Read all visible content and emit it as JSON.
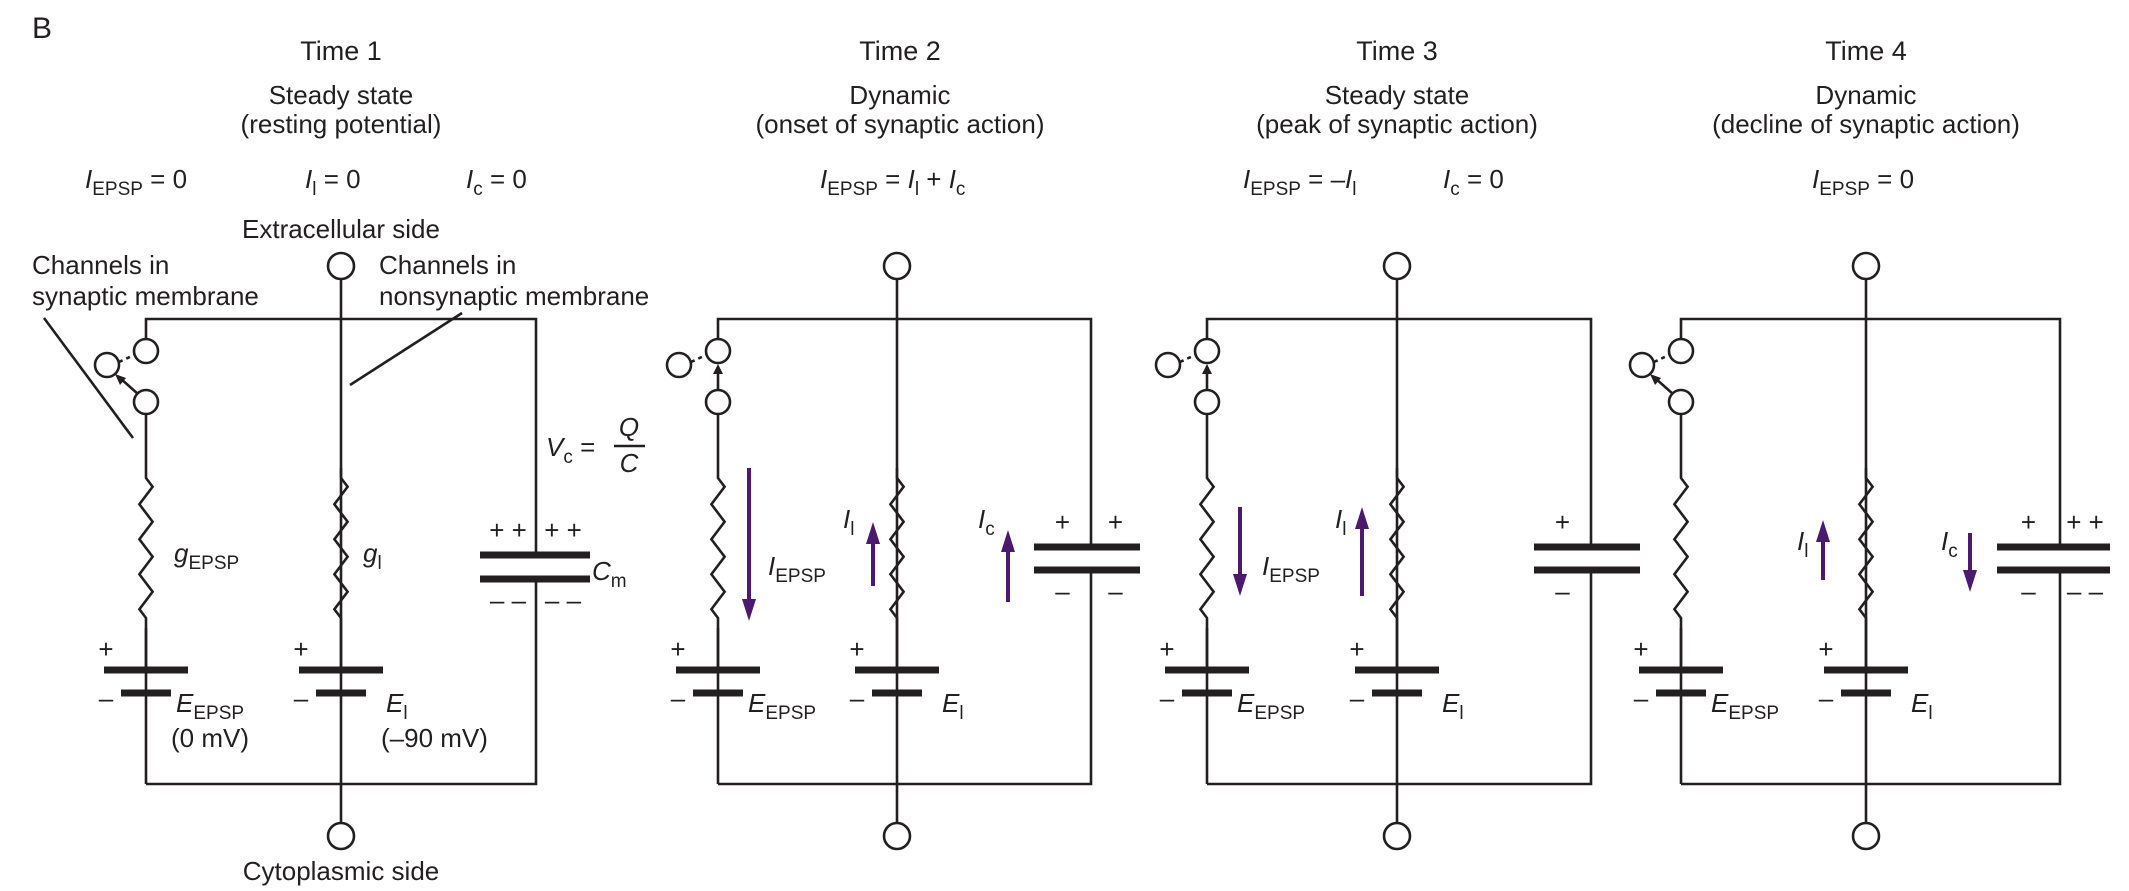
{
  "figure_label": "B",
  "colors": {
    "ink": "#231f20",
    "current_arrow": "#4b1a6e"
  },
  "panels": [
    {
      "id": "time1",
      "title": "Time 1",
      "subtitle_1": "Steady state",
      "subtitle_2": "(resting potential)",
      "equations": [
        {
          "sym": "I",
          "sub": "EPSP",
          "rest": " = 0"
        },
        {
          "sym": "I",
          "sub": "l",
          "rest": " = 0"
        },
        {
          "sym": "I",
          "sub": "c",
          "rest": " = 0"
        }
      ],
      "switch_state": "open",
      "capacitor_charge": {
        "top_left": "+ +",
        "top_right": "+ +",
        "bottom_left": "– –",
        "bottom_right": "– –"
      },
      "currents": [],
      "labels": {
        "g_epsp": {
          "sym": "g",
          "sub": "EPSP"
        },
        "g_l": {
          "sym": "g",
          "sub": "l"
        },
        "cm": {
          "sym": "C",
          "sub": "m"
        },
        "e_epsp": {
          "sym": "E",
          "sub": "EPSP",
          "value": "(0 mV)"
        },
        "e_l": {
          "sym": "E",
          "sub": "l",
          "value": "(–90 mV)"
        },
        "vc_formula": {
          "lhs_sym": "V",
          "lhs_sub": "c",
          "eq": " = ",
          "num": "Q",
          "den": "C"
        },
        "extracellular": "Extracellular side",
        "cytoplasmic": "Cytoplasmic side",
        "syn_channels_1": "Channels in",
        "syn_channels_2": "synaptic membrane",
        "nonsyn_channels_1": "Channels in",
        "nonsyn_channels_2": "nonsynaptic membrane"
      }
    },
    {
      "id": "time2",
      "title": "Time 2",
      "subtitle_1": "Dynamic",
      "subtitle_2": "(onset of synaptic action)",
      "equations": [
        {
          "sym": "I",
          "sub": "EPSP",
          "rest": " = ",
          "sym2": "I",
          "sub2": "l",
          "rest2": " + ",
          "sym3": "I",
          "sub3": "c"
        }
      ],
      "switch_state": "closed",
      "capacitor_charge": {
        "top_left": "+",
        "top_right": "+",
        "bottom_left": "–",
        "bottom_right": "–"
      },
      "currents": [
        {
          "name": "I_EPSP",
          "sym": "I",
          "sub": "EPSP",
          "direction": "down",
          "branch": "synaptic"
        },
        {
          "name": "I_l",
          "sym": "I",
          "sub": "l",
          "direction": "up",
          "branch": "nonsynaptic"
        },
        {
          "name": "I_c",
          "sym": "I",
          "sub": "c",
          "direction": "up",
          "branch": "capacitor"
        }
      ],
      "labels": {
        "e_epsp": {
          "sym": "E",
          "sub": "EPSP"
        },
        "e_l": {
          "sym": "E",
          "sub": "l"
        }
      }
    },
    {
      "id": "time3",
      "title": "Time 3",
      "subtitle_1": "Steady state",
      "subtitle_2": "(peak of synaptic action)",
      "equations": [
        {
          "sym": "I",
          "sub": "EPSP",
          "rest": " = –",
          "sym2": "I",
          "sub2": "l"
        },
        {
          "sym": "I",
          "sub": "c",
          "rest": " = 0"
        }
      ],
      "switch_state": "closed",
      "capacitor_charge": {
        "top_left": "+",
        "top_right": "",
        "bottom_left": "–",
        "bottom_right": ""
      },
      "currents": [
        {
          "name": "I_EPSP",
          "sym": "I",
          "sub": "EPSP",
          "direction": "down",
          "branch": "synaptic"
        },
        {
          "name": "I_l",
          "sym": "I",
          "sub": "l",
          "direction": "up",
          "branch": "nonsynaptic"
        }
      ],
      "labels": {
        "e_epsp": {
          "sym": "E",
          "sub": "EPSP"
        },
        "e_l": {
          "sym": "E",
          "sub": "l"
        }
      }
    },
    {
      "id": "time4",
      "title": "Time 4",
      "subtitle_1": "Dynamic",
      "subtitle_2": "(decline of synaptic action)",
      "equations": [
        {
          "sym": "I",
          "sub": "EPSP",
          "rest": " = 0"
        }
      ],
      "switch_state": "open",
      "capacitor_charge": {
        "top_left": "+",
        "top_right": "+ +",
        "bottom_left": "–",
        "bottom_right": "– –"
      },
      "currents": [
        {
          "name": "I_l",
          "sym": "I",
          "sub": "l",
          "direction": "up",
          "branch": "nonsynaptic"
        },
        {
          "name": "I_c",
          "sym": "I",
          "sub": "c",
          "direction": "down",
          "branch": "capacitor"
        }
      ],
      "labels": {
        "e_epsp": {
          "sym": "E",
          "sub": "EPSP"
        },
        "e_l": {
          "sym": "E",
          "sub": "l"
        }
      }
    }
  ]
}
